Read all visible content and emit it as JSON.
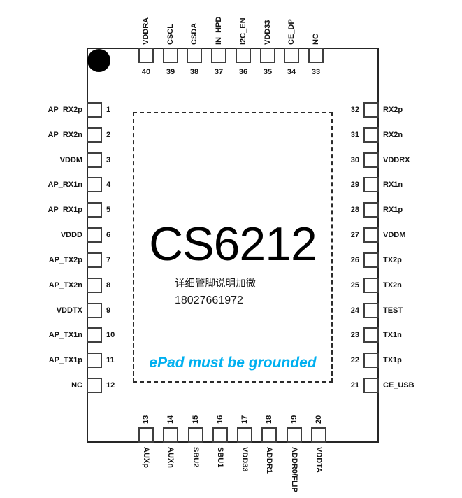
{
  "chip": {
    "name": "CS6212",
    "wechat_note": "详细管脚说明加微",
    "phone": "18027661972",
    "epad_note": "ePad must be grounded"
  },
  "colors": {
    "epad_note_cyan": "#00b0f0",
    "outline": "#262626",
    "pin_box_stroke": "#3f3f3f"
  },
  "package": {
    "type": "QFN-40",
    "pin1_marker": "black-dot-top-left",
    "epad_region": "dashed-rectangle"
  },
  "pins": {
    "top": [
      {
        "num": 40,
        "label": "VDDRA"
      },
      {
        "num": 39,
        "label": "CSCL"
      },
      {
        "num": 38,
        "label": "CSDA"
      },
      {
        "num": 37,
        "label": "IN_HPD"
      },
      {
        "num": 36,
        "label": "I2C_EN"
      },
      {
        "num": 35,
        "label": "VDD33"
      },
      {
        "num": 34,
        "label": "CE_DP"
      },
      {
        "num": 33,
        "label": "NC"
      }
    ],
    "left": [
      {
        "num": 1,
        "label": "AP_RX2p"
      },
      {
        "num": 2,
        "label": "AP_RX2n"
      },
      {
        "num": 3,
        "label": "VDDM"
      },
      {
        "num": 4,
        "label": "AP_RX1n"
      },
      {
        "num": 5,
        "label": "AP_RX1p"
      },
      {
        "num": 6,
        "label": "VDDD"
      },
      {
        "num": 7,
        "label": "AP_TX2p"
      },
      {
        "num": 8,
        "label": "AP_TX2n"
      },
      {
        "num": 9,
        "label": "VDDTX"
      },
      {
        "num": 10,
        "label": "AP_TX1n"
      },
      {
        "num": 11,
        "label": "AP_TX1p"
      },
      {
        "num": 12,
        "label": "NC"
      }
    ],
    "right": [
      {
        "num": 32,
        "label": "RX2p"
      },
      {
        "num": 31,
        "label": "RX2n"
      },
      {
        "num": 30,
        "label": "VDDRX"
      },
      {
        "num": 29,
        "label": "RX1n"
      },
      {
        "num": 28,
        "label": "RX1p"
      },
      {
        "num": 27,
        "label": "VDDM"
      },
      {
        "num": 26,
        "label": "TX2p"
      },
      {
        "num": 25,
        "label": "TX2n"
      },
      {
        "num": 24,
        "label": "TEST"
      },
      {
        "num": 23,
        "label": "TX1n"
      },
      {
        "num": 22,
        "label": "TX1p"
      },
      {
        "num": 21,
        "label": "CE_USB"
      }
    ],
    "bottom": [
      {
        "num": 13,
        "label": "AUXp"
      },
      {
        "num": 14,
        "label": "AUXn"
      },
      {
        "num": 15,
        "label": "SBU2"
      },
      {
        "num": 16,
        "label": "SBU1"
      },
      {
        "num": 17,
        "label": "VDD33"
      },
      {
        "num": 18,
        "label": "ADDR1"
      },
      {
        "num": 19,
        "label": "ADDR0/FLIP"
      },
      {
        "num": 20,
        "label": "VDDTA"
      }
    ]
  }
}
